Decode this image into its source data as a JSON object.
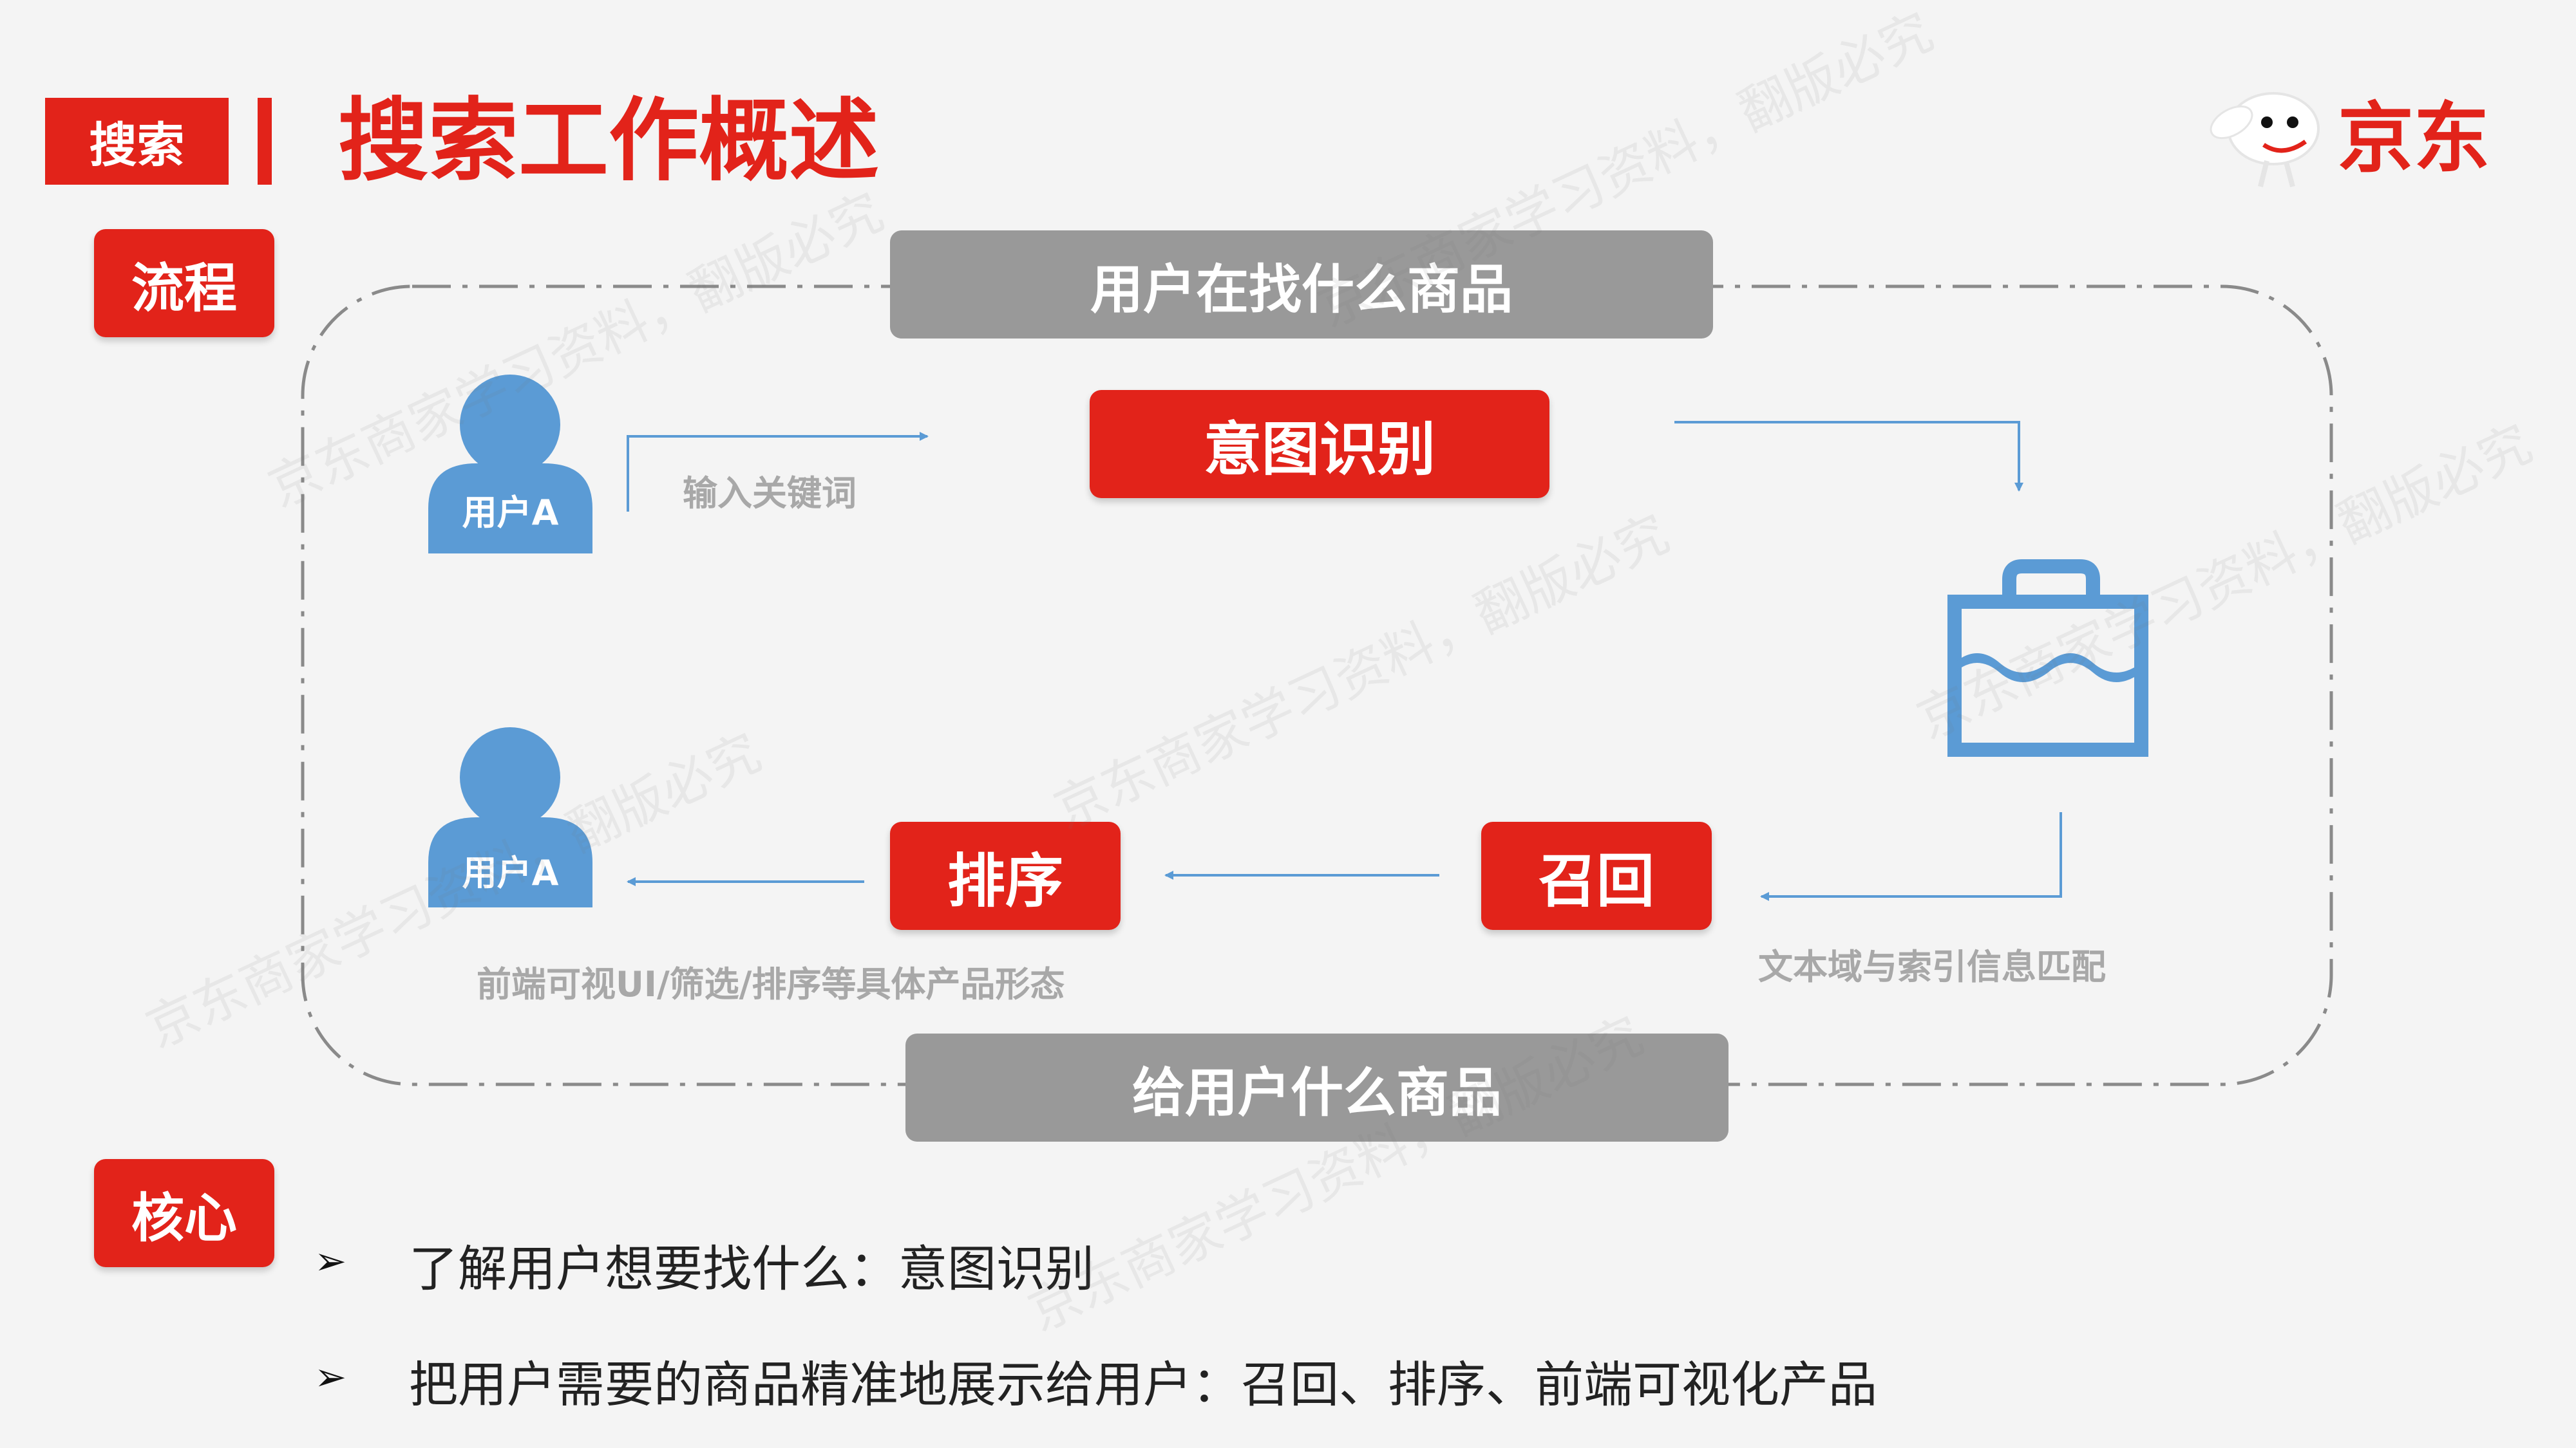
{
  "header": {
    "tag": "搜索",
    "title": "搜索工作概述",
    "logo_text": "京东"
  },
  "sections": {
    "process": "流程",
    "core": "核心"
  },
  "flow": {
    "top_banner": "用户在找什么商品",
    "bottom_banner": "给用户什么商品",
    "user_top_label": "用户A",
    "user_bottom_label": "用户A",
    "input_label": "输入关键词",
    "intent": "意图识别",
    "recall": "召回",
    "rank": "排序",
    "match_label": "文本域与索引信息匹配",
    "frontend_label": "前端可视UI/筛选/排序等具体产品形态"
  },
  "core_points": [
    {
      "marker": "➢",
      "text": "了解用户想要找什么：意图识别"
    },
    {
      "marker": "➢",
      "text": "把用户需要的商品精准地展示给用户：召回、排序、前端可视化产品"
    }
  ],
  "watermark": "京东商家学习资料，翻版必究",
  "colors": {
    "brand_red": "#e2231a",
    "banner_grey": "#999999",
    "icon_blue": "#5b9bd5",
    "line_blue": "#5b9bd5"
  }
}
